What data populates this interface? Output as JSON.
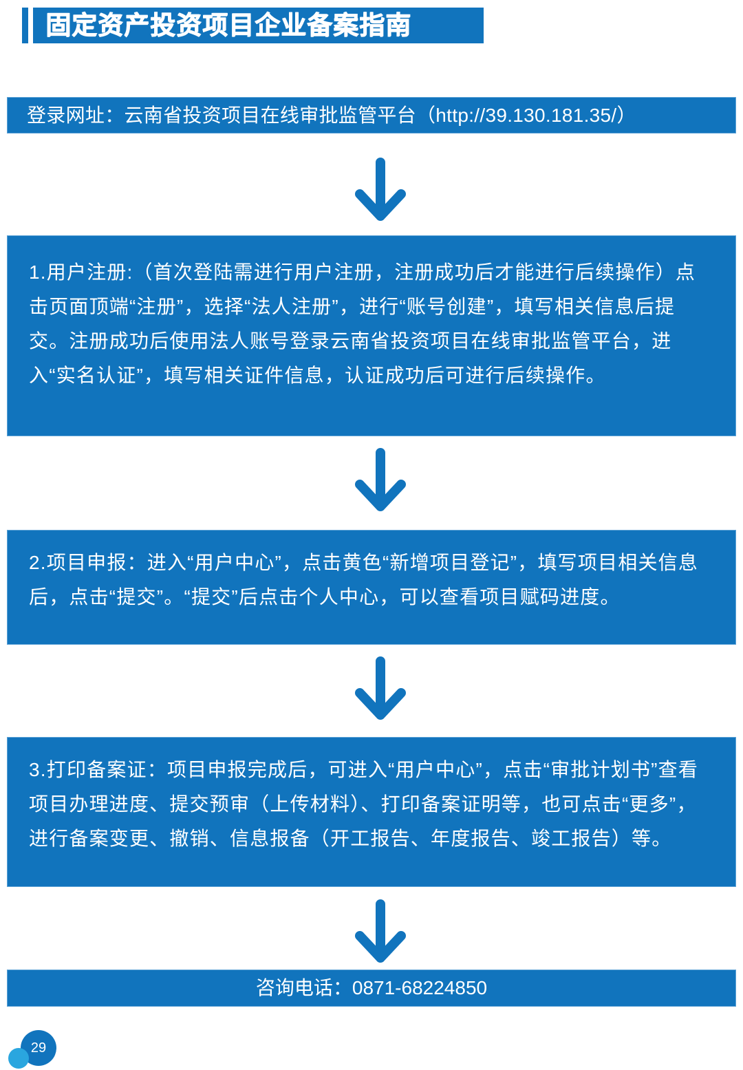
{
  "title": "固定资产投资项目企业备案指南",
  "login": {
    "text": "登录网址：云南省投资项目在线审批监管平台（http://39.130.181.35/）"
  },
  "steps": [
    {
      "text": "1.用户注册:（首次登陆需进行用户注册，注册成功后才能进行后续操作）点击页面顶端“注册”，选择“法人注册”，进行“账号创建”，填写相关信息后提交。注册成功后使用法人账号登录云南省投资项目在线审批监管平台，进入“实名认证”，填写相关证件信息，认证成功后可进行后续操作。"
    },
    {
      "text": "2.项目申报：进入“用户中心”，点击黄色“新增项目登记”，填写项目相关信息后，点击“提交”。“提交”后点击个人中心，可以查看项目赋码进度。"
    },
    {
      "text": "3.打印备案证：项目申报完成后，可进入“用户中心”，点击“审批计划书”查看项目办理进度、提交预审（上传材料）、打印备案证明等，也可点击“更多”，进行备案变更、撤销、信息报备（开工报告、年度报告、竣工报告）等。"
    }
  ],
  "contact": {
    "text": "咨询电话：0871-68224850"
  },
  "page_number": "29",
  "colors": {
    "primary_blue": "#1174bd",
    "light_blue": "#2aa6df",
    "text_on_blue": "#ffffff"
  }
}
